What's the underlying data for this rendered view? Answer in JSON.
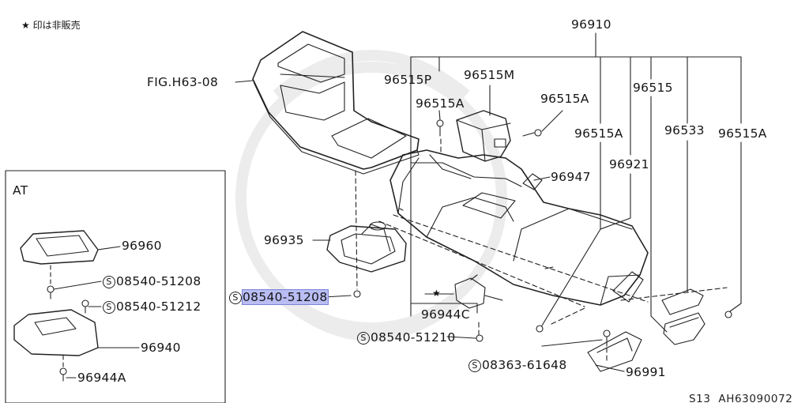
{
  "header": {
    "note_star": "★",
    "note_text": "印は非販売"
  },
  "inset": {
    "title": "AT",
    "labels": {
      "p96960": "96960",
      "s08540_51208": "08540-51208",
      "s08540_51212": "08540-51212",
      "p96940": "96940",
      "p96944A": "96944A"
    }
  },
  "labels": {
    "fig_ref": "FIG.H63-08",
    "p96910": "96910",
    "p96515P": "96515P",
    "p96515M": "96515M",
    "p96515A_1": "96515A",
    "p96515A_2": "96515A",
    "p96515": "96515",
    "p96515A_3": "96515A",
    "p96533": "96533",
    "p96515A_4": "96515A",
    "p96921": "96921",
    "p96947": "96947",
    "p96935": "96935",
    "s08540_51208_main": "08540-51208",
    "star_mark": "★",
    "p96944C": "96944C",
    "s08540_51210": "08540-51210",
    "s08363_61648": "08363-61648",
    "p96991": "96991"
  },
  "symbol_s": "S",
  "footer": {
    "model": "S13",
    "diagram_id": "AH63090072"
  },
  "highlighted_part": "08540-51208"
}
